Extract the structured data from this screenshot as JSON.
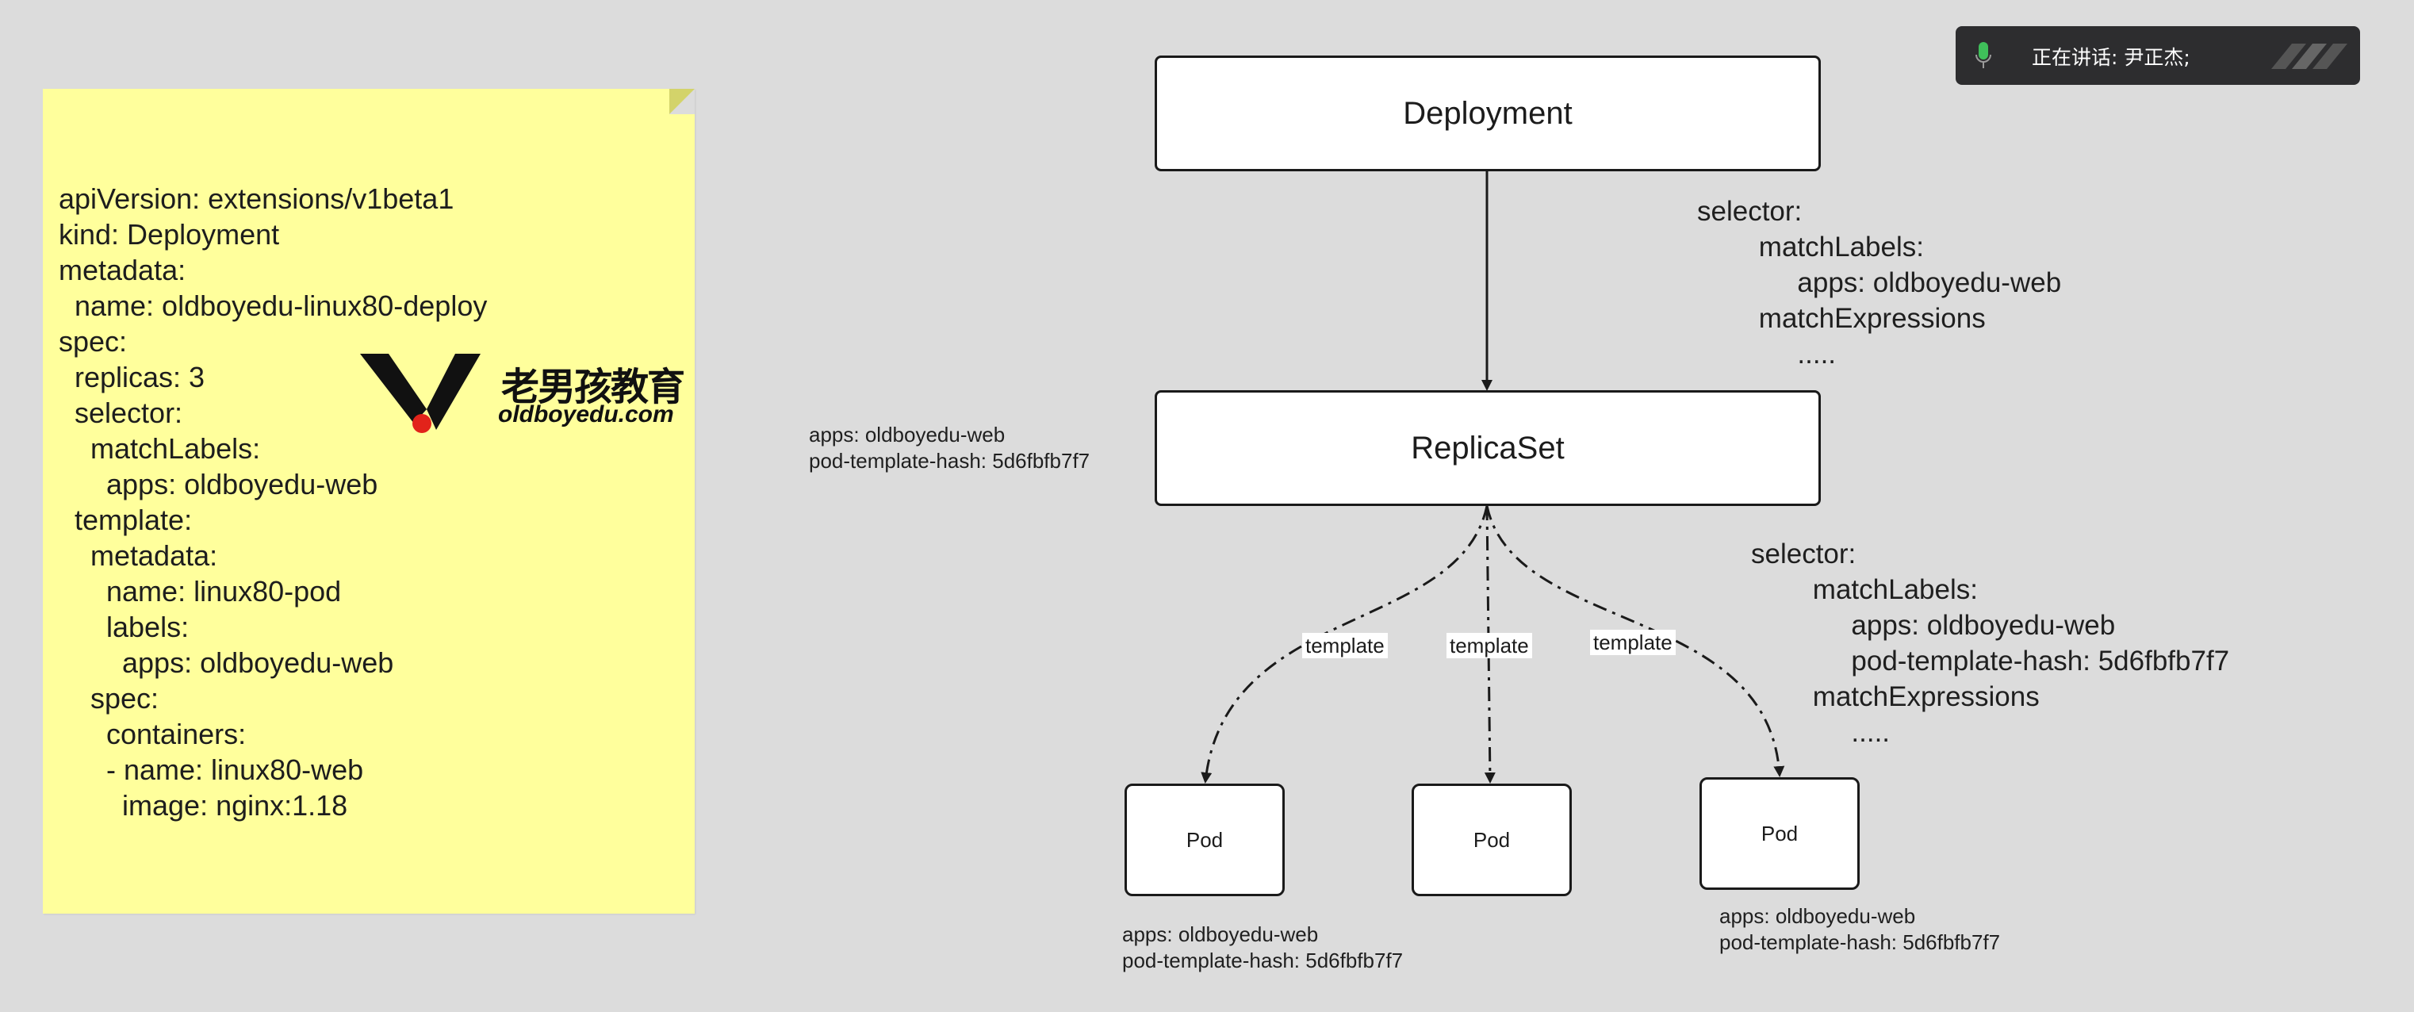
{
  "yaml_note": {
    "lines": [
      "apiVersion: extensions/v1beta1",
      "kind: Deployment",
      "metadata:",
      "  name: oldboyedu-linux80-deploy",
      "spec:",
      "  replicas: 3",
      "  selector:",
      "    matchLabels:",
      "      apps: oldboyedu-web",
      "  template:",
      "    metadata:",
      "      name: linux80-pod",
      "      labels:",
      "        apps: oldboyedu-web",
      "    spec:",
      "      containers:",
      "      - name: linux80-web",
      "        image: nginx:1.18"
    ],
    "logo": {
      "zh": "老男孩教育",
      "en": "oldboyedu.com"
    }
  },
  "diagram": {
    "deployment_label": "Deployment",
    "replicaset_label": "ReplicaSet",
    "pod_labels": [
      "Pod",
      "Pod",
      "Pod"
    ],
    "edge_labels": [
      "template",
      "template",
      "template"
    ],
    "deployment_selector": [
      "selector:",
      "        matchLabels:",
      "             apps: oldboyedu-web",
      "        matchExpressions",
      "             ....."
    ],
    "replicaset_selector": [
      "selector:",
      "        matchLabels:",
      "             apps: oldboyedu-web",
      "             pod-template-hash: 5d6fbfb7f7",
      "        matchExpressions",
      "             ....."
    ],
    "replicaset_labels": [
      "apps: oldboyedu-web",
      "pod-template-hash: 5d6fbfb7f7"
    ],
    "pod1_labels": [
      "apps: oldboyedu-web",
      "pod-template-hash: 5d6fbfb7f7"
    ],
    "pod3_labels": [
      "apps: oldboyedu-web",
      "pod-template-hash: 5d6fbfb7f7"
    ]
  },
  "speaking_overlay": {
    "text": "正在讲话: 尹正杰;",
    "mic_icon": "microphone-icon",
    "mic_color": "#3fbf5a"
  },
  "colors": {
    "background": "#dcdcdc",
    "note": "#ffff9c",
    "note_fold": "#d3d36a",
    "logo_dot": "#e2231a"
  }
}
